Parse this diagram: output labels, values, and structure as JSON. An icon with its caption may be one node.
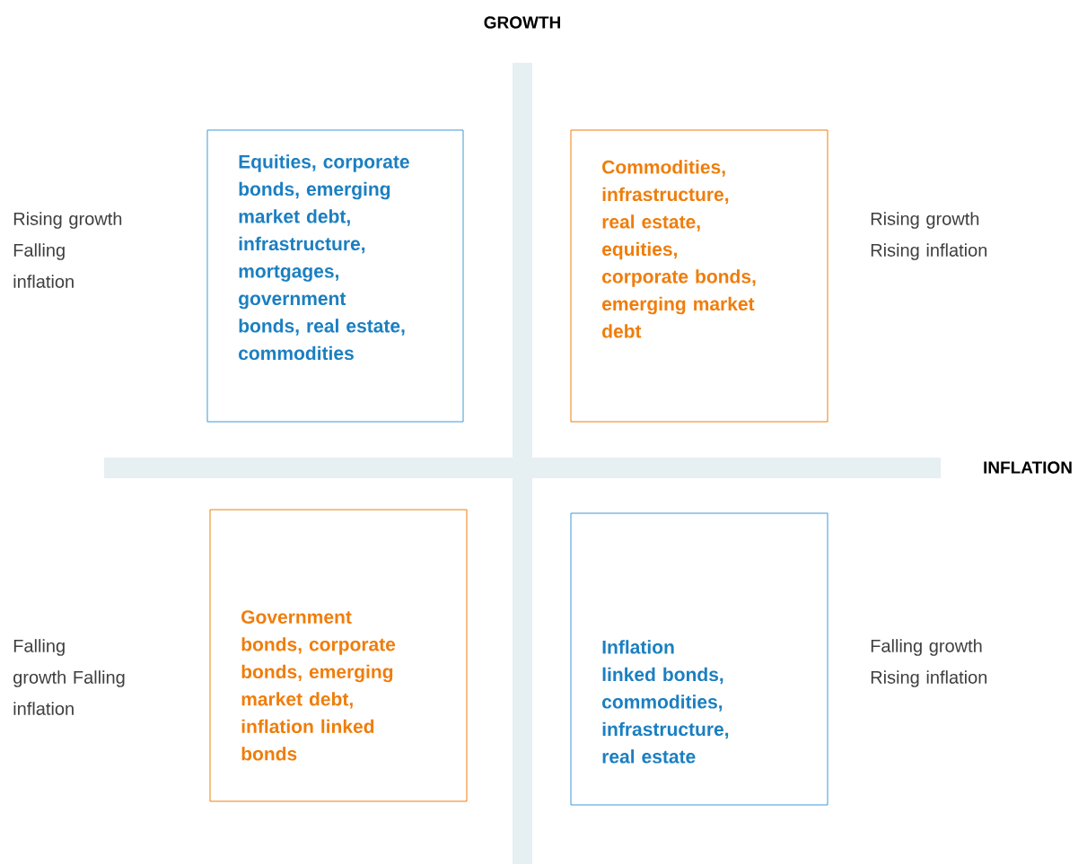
{
  "diagram": {
    "nodes": [
      {
        "text": [
          "Equities, corporate bonds, emerging market debt, infrastructure, mortgages, government bonds, real estate, commodities"
        ]
      },
      {
        "text": [
          "Commodities, infrastructure, real estate, equities, corporate bonds, emerging market debt"
        ]
      },
      {
        "text": [
          "Government bonds, corporate bonds, emerging market debt, inflation linked bonds"
        ]
      },
      {
        "text": [
          "Inflation linked bonds, commodities, infrastructure, real estate"
        ]
      }
    ],
    "labels": [
      "GROWTH",
      "Rising growth Falling inflation",
      "Rising growth Rising inflation",
      "INFLATION",
      "Falling growth Falling inflation",
      "Falling growth Rising inflation"
    ]
  }
}
